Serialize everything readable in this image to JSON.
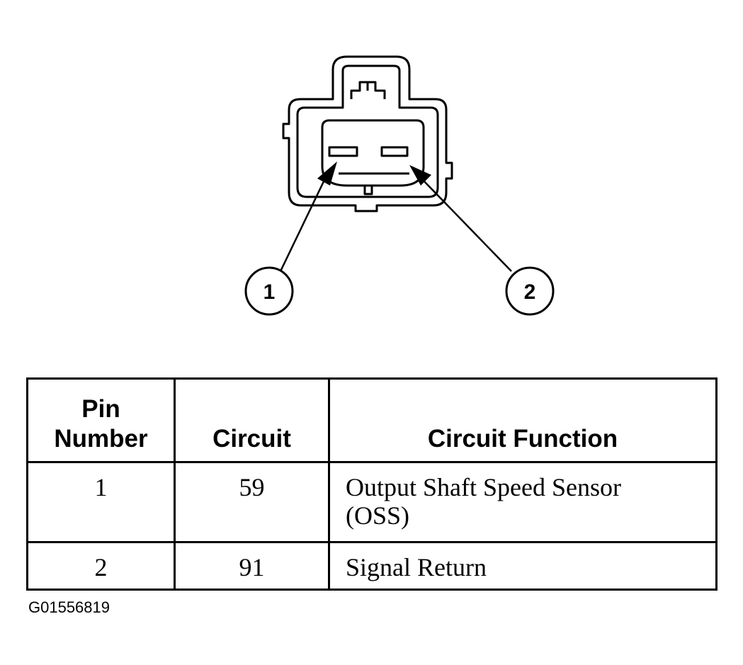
{
  "callouts": [
    {
      "label": "1"
    },
    {
      "label": "2"
    }
  ],
  "table": {
    "headers": {
      "pin_line1": "Pin",
      "pin_line2": "Number",
      "circuit": "Circuit",
      "function": "Circuit Function"
    },
    "rows": [
      {
        "pin": "1",
        "circuit": "59",
        "function_line1": "Output Shaft Speed Sensor",
        "function_line2": "(OSS)"
      },
      {
        "pin": "2",
        "circuit": "91",
        "function_line1": "Signal Return"
      }
    ]
  },
  "figure_id": "G01556819"
}
